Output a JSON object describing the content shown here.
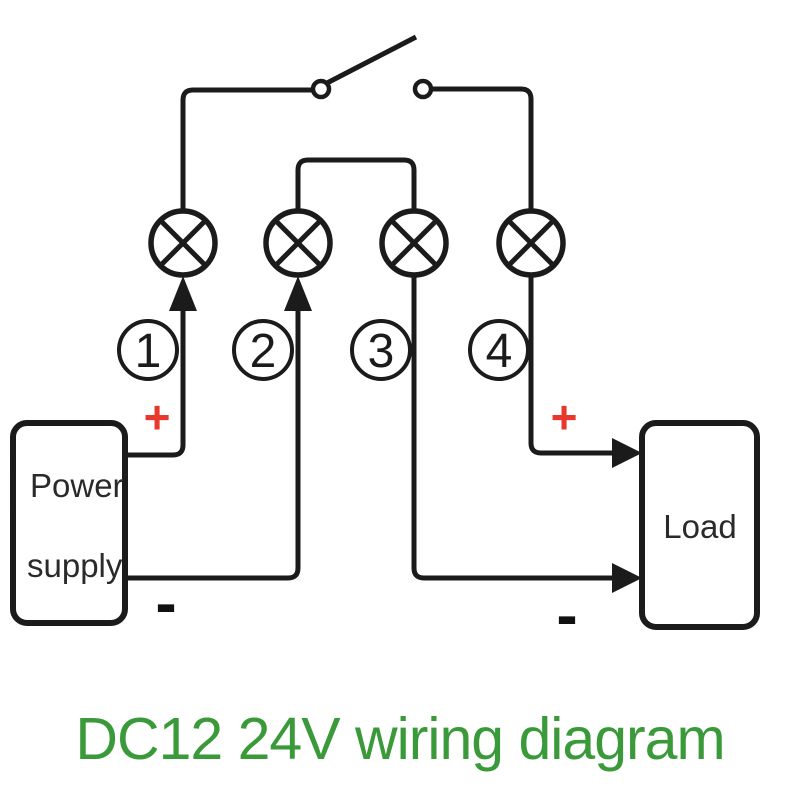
{
  "diagram": {
    "title": "DC12 24V wiring diagram",
    "power_supply": {
      "line1": "Power",
      "line2": "supply"
    },
    "load": {
      "label": "Load"
    },
    "terminals": [
      {
        "number": "1"
      },
      {
        "number": "2"
      },
      {
        "number": "3"
      },
      {
        "number": "4"
      }
    ],
    "polarity": {
      "power_plus": "+",
      "power_minus": "-",
      "load_plus": "+",
      "load_minus": "-"
    },
    "colors": {
      "title_green": "#3a9a3a",
      "wire_black": "#1b1b1b",
      "polarity_red": "#e8372c",
      "background": "#ffffff"
    }
  }
}
